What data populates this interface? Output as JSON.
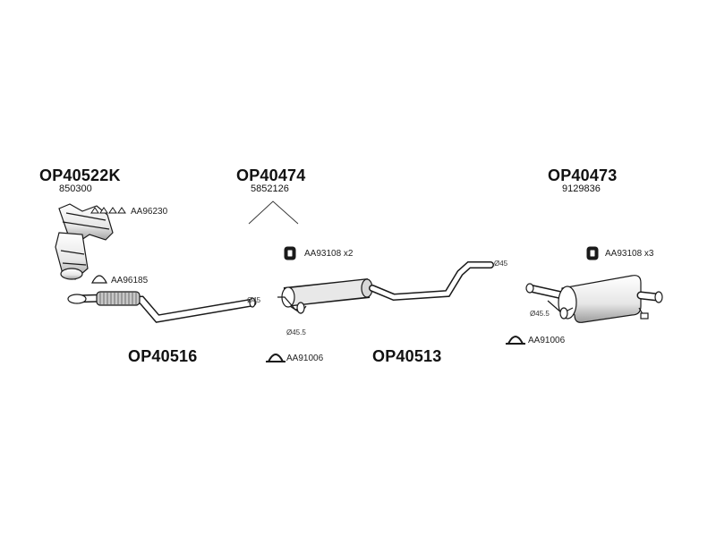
{
  "groups": {
    "manifold": {
      "code": "OP40522K",
      "number": "850300",
      "gasket_part": "AA96230",
      "clamp_part": "AA96185"
    },
    "front_pipe": {
      "code": "OP40516",
      "diameter": "Ø45"
    },
    "middle_kit": {
      "code": "OP40474",
      "number": "5852126"
    },
    "middle_silencer": {
      "code": "OP40513",
      "hanger_part": "AA93108 x2",
      "clamp_part": "AA91006",
      "inlet_diameter": "Ø45.5",
      "outlet_diameter": "Ø45"
    },
    "rear_silencer": {
      "code": "OP40473",
      "number": "9129836",
      "hanger_part": "AA93108 x3",
      "clamp_part": "AA91006",
      "inlet_diameter": "Ø45.5"
    }
  },
  "colors": {
    "line": "#1a1a1a",
    "fill": "#ffffff",
    "shade": "#9a9a9a"
  },
  "icons": [
    "gasket-icon",
    "clamp-ring-icon",
    "rubber-hanger-icon",
    "u-bolt-clamp-icon"
  ]
}
